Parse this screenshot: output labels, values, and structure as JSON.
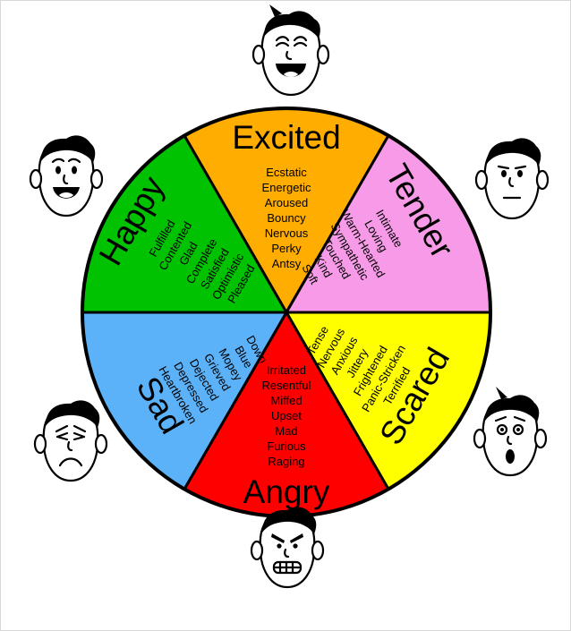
{
  "wheel": {
    "segments": [
      {
        "id": "excited",
        "title": "Excited",
        "color": "#ffad00",
        "words": [
          "Ecstatic",
          "Energetic",
          "Aroused",
          "Bouncy",
          "Nervous",
          "Perky",
          "Antsy"
        ]
      },
      {
        "id": "tender",
        "title": "Tender",
        "color": "#f79be8",
        "words": [
          "Intimate",
          "Loving",
          "Warm-Hearted",
          "Sympathetic",
          "Touched",
          "Kind",
          "Soft"
        ]
      },
      {
        "id": "scared",
        "title": "Scared",
        "color": "#ffff00",
        "words": [
          "Tense",
          "Nervous",
          "Anxious",
          "Jittery",
          "Frightened",
          "Panic-Stricken",
          "Terrified"
        ]
      },
      {
        "id": "angry",
        "title": "Angry",
        "color": "#ff0000",
        "words": [
          "Irritated",
          "Resentful",
          "Miffed",
          "Upset",
          "Mad",
          "Furious",
          "Raging"
        ]
      },
      {
        "id": "sad",
        "title": "Sad",
        "color": "#5bb2f8",
        "words": [
          "Down",
          "Blue",
          "Mopey",
          "Grieved",
          "Dejected",
          "Depressed",
          "Heartbroken"
        ]
      },
      {
        "id": "happy",
        "title": "Happy",
        "color": "#00c200",
        "words": [
          "Fulfilled",
          "Contented",
          "Glad",
          "Complete",
          "Satisfied",
          "Optimistic",
          "Pleased"
        ]
      }
    ]
  },
  "faces": [
    {
      "id": "excited",
      "icon": "laughing-face-icon"
    },
    {
      "id": "tender",
      "icon": "neutral-face-icon"
    },
    {
      "id": "scared",
      "icon": "shocked-face-icon"
    },
    {
      "id": "angry",
      "icon": "angry-face-icon"
    },
    {
      "id": "sad",
      "icon": "crying-face-icon"
    },
    {
      "id": "happy",
      "icon": "smiling-face-icon"
    }
  ]
}
